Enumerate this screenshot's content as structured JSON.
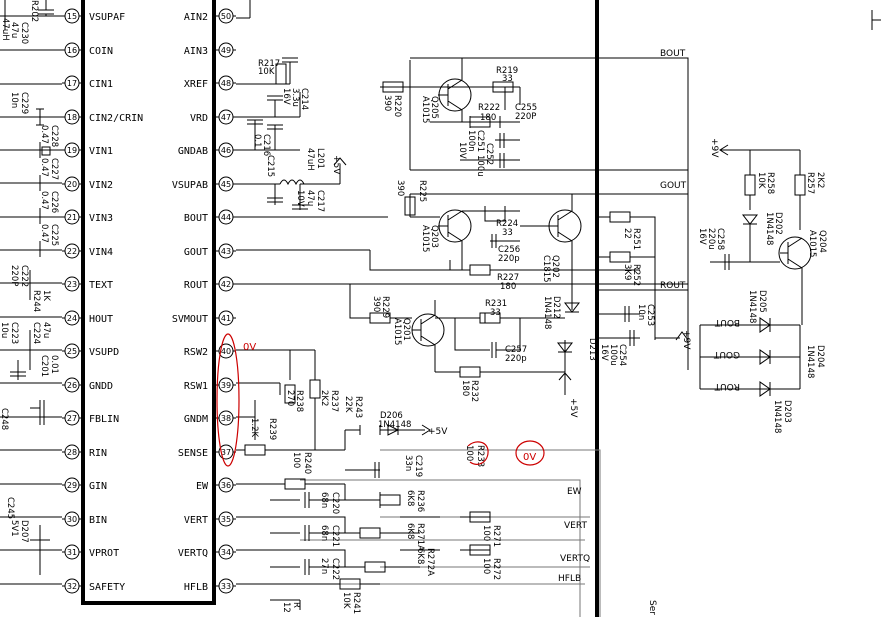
{
  "ic": {
    "left_pins": [
      {
        "num": "15",
        "label": "VSUPAF"
      },
      {
        "num": "16",
        "label": "COIN"
      },
      {
        "num": "17",
        "label": "CIN1"
      },
      {
        "num": "18",
        "label": "CIN2/CRIN"
      },
      {
        "num": "19",
        "label": "VIN1"
      },
      {
        "num": "20",
        "label": "VIN2"
      },
      {
        "num": "21",
        "label": "VIN3"
      },
      {
        "num": "22",
        "label": "VIN4"
      },
      {
        "num": "23",
        "label": "TEXT"
      },
      {
        "num": "24",
        "label": "HOUT"
      },
      {
        "num": "25",
        "label": "VSUPD"
      },
      {
        "num": "26",
        "label": "GNDD"
      },
      {
        "num": "27",
        "label": "FBLIN"
      },
      {
        "num": "28",
        "label": "RIN"
      },
      {
        "num": "29",
        "label": "GIN"
      },
      {
        "num": "30",
        "label": "BIN"
      },
      {
        "num": "31",
        "label": "VPROT"
      },
      {
        "num": "32",
        "label": "SAFETY"
      }
    ],
    "right_pins": [
      {
        "num": "50",
        "label": "AIN2"
      },
      {
        "num": "49",
        "label": "AIN3"
      },
      {
        "num": "48",
        "label": "XREF"
      },
      {
        "num": "47",
        "label": "VRD"
      },
      {
        "num": "46",
        "label": "GNDAB"
      },
      {
        "num": "45",
        "label": "VSUPAB"
      },
      {
        "num": "44",
        "label": "BOUT"
      },
      {
        "num": "43",
        "label": "GOUT"
      },
      {
        "num": "42",
        "label": "ROUT"
      },
      {
        "num": "41",
        "label": "SVMOUT"
      },
      {
        "num": "40",
        "label": "RSW2"
      },
      {
        "num": "39",
        "label": "RSW1"
      },
      {
        "num": "38",
        "label": "GNDM"
      },
      {
        "num": "37",
        "label": "SENSE"
      },
      {
        "num": "36",
        "label": "EW"
      },
      {
        "num": "35",
        "label": "VERT"
      },
      {
        "num": "34",
        "label": "VERTQ"
      },
      {
        "num": "33",
        "label": "HFLB"
      }
    ]
  },
  "nets": {
    "bout": "BOUT",
    "gout": "GOUT",
    "rout": "ROUT",
    "ew": "EW",
    "vert": "VERT",
    "vertq": "VERTQ",
    "hflb": "HFLB",
    "p9v_a": "+9V",
    "p9v_b": "+9V",
    "p5v_a": "+5V",
    "p5v_b": "+5V",
    "p5v_c": "+5V",
    "d_bout": "BOUT",
    "d_gout": "GOUT",
    "d_rout": "ROUT",
    "ser": "Ser"
  },
  "annotations": {
    "zero_a": "0V",
    "zero_b": "0V"
  },
  "parts": {
    "r219": "R219",
    "r219v": "33",
    "r220": "R220",
    "r220v": "390",
    "q205": "Q205",
    "q205t": "A1015",
    "r222": "R222",
    "r222v": "180",
    "c255": "C255",
    "c255v": "220P",
    "c251": "C251",
    "c251v": "100n",
    "c252": "C252",
    "c252v": "100u",
    "c252w": "10V",
    "r217": "R217",
    "r217v": "10K",
    "c214": "C214",
    "c214v": "3.3u",
    "c214w": "16V",
    "c216": "C216",
    "c216v": "0.1",
    "c215": "C215",
    "l201": "L201",
    "l201v": "47uH",
    "c217": "C217",
    "c217v": "47u",
    "c217w": "10V",
    "r225": "R225",
    "r225v": "390",
    "q203": "Q203",
    "q203t": "A1015",
    "r224": "R224",
    "r224v": "33",
    "c256": "C256",
    "c256v": "220p",
    "r227": "R227",
    "r227v": "180",
    "q202": "Q202",
    "q202t": "C1815",
    "r251": "R251",
    "r251v": "22",
    "r252": "R252",
    "r252v": "3K9",
    "r229": "R229",
    "r229v": "390",
    "q201": "Q201",
    "q201t": "A1015",
    "r231": "R231",
    "r231v": "33",
    "d212": "D212",
    "d212t": "1N4148",
    "d213": "D213",
    "c257": "C257",
    "c257v": "220p",
    "r232": "R232",
    "r232v": "180",
    "c253": "C253",
    "c253v": "10n",
    "c254": "C254",
    "c254v": "100u",
    "c254w": "16V",
    "r258": "R258",
    "r258v": "10K",
    "d202": "D202",
    "d202t": "1N4148",
    "r257": "R257",
    "r257v": "2K2",
    "c258": "C258",
    "c258v": "220u",
    "c258w": "16V",
    "q204": "Q204",
    "q204t": "A1015",
    "d205": "D205",
    "d205t": "1N4148",
    "d204": "D204",
    "d204t": "1N4148",
    "d203": "D203",
    "d203t": "1N4148",
    "r238": "R238",
    "r238v": "270",
    "r237": "R237",
    "r237v": "2K2",
    "r239": "R239",
    "r239v": "1.2K",
    "r243": "R243",
    "r243v": "22K",
    "d206": "D206",
    "d206t": "1N4148",
    "r240": "R240",
    "r240v": "100",
    "c219": "C219",
    "c219v": "33n",
    "r233": "R233",
    "r233v": "100",
    "c220": "C220",
    "c220v": "68n",
    "r236": "R236",
    "r236v": "6K8",
    "c221": "C221",
    "c221v": "68n",
    "r271a": "R271A",
    "r271av": "6K8",
    "r271": "R271",
    "r271v": "100",
    "c222": "C222",
    "c222v": "27n",
    "r272a": "R272A",
    "r272av": "6K8",
    "r272": "R272",
    "r272v": "100",
    "r241": "R241",
    "r241v": "10K",
    "r242": "R",
    "r242v": "12",
    "c230": "C230",
    "c230v": "47u",
    "r202": "R202",
    "r202v": "47uH",
    "c229": "C229",
    "c229v": "10n",
    "c228": "C228",
    "c228v": "0.47",
    "c227": "C227",
    "c227v": "0.47",
    "c226": "C226",
    "c226v": "0.47",
    "c225": "C225",
    "c225v": "0.47",
    "c222l": "C222",
    "c222lv": "220P",
    "r244": "R244",
    "r244v": "1K",
    "c224": "C224",
    "c224v": "47u",
    "c223": "C223",
    "c223v": "10u",
    "c201": "C201",
    "c201v": "0.01",
    "c248": "C248",
    "d207": "D207",
    "d207v": "5V1",
    "c245": "C245"
  }
}
